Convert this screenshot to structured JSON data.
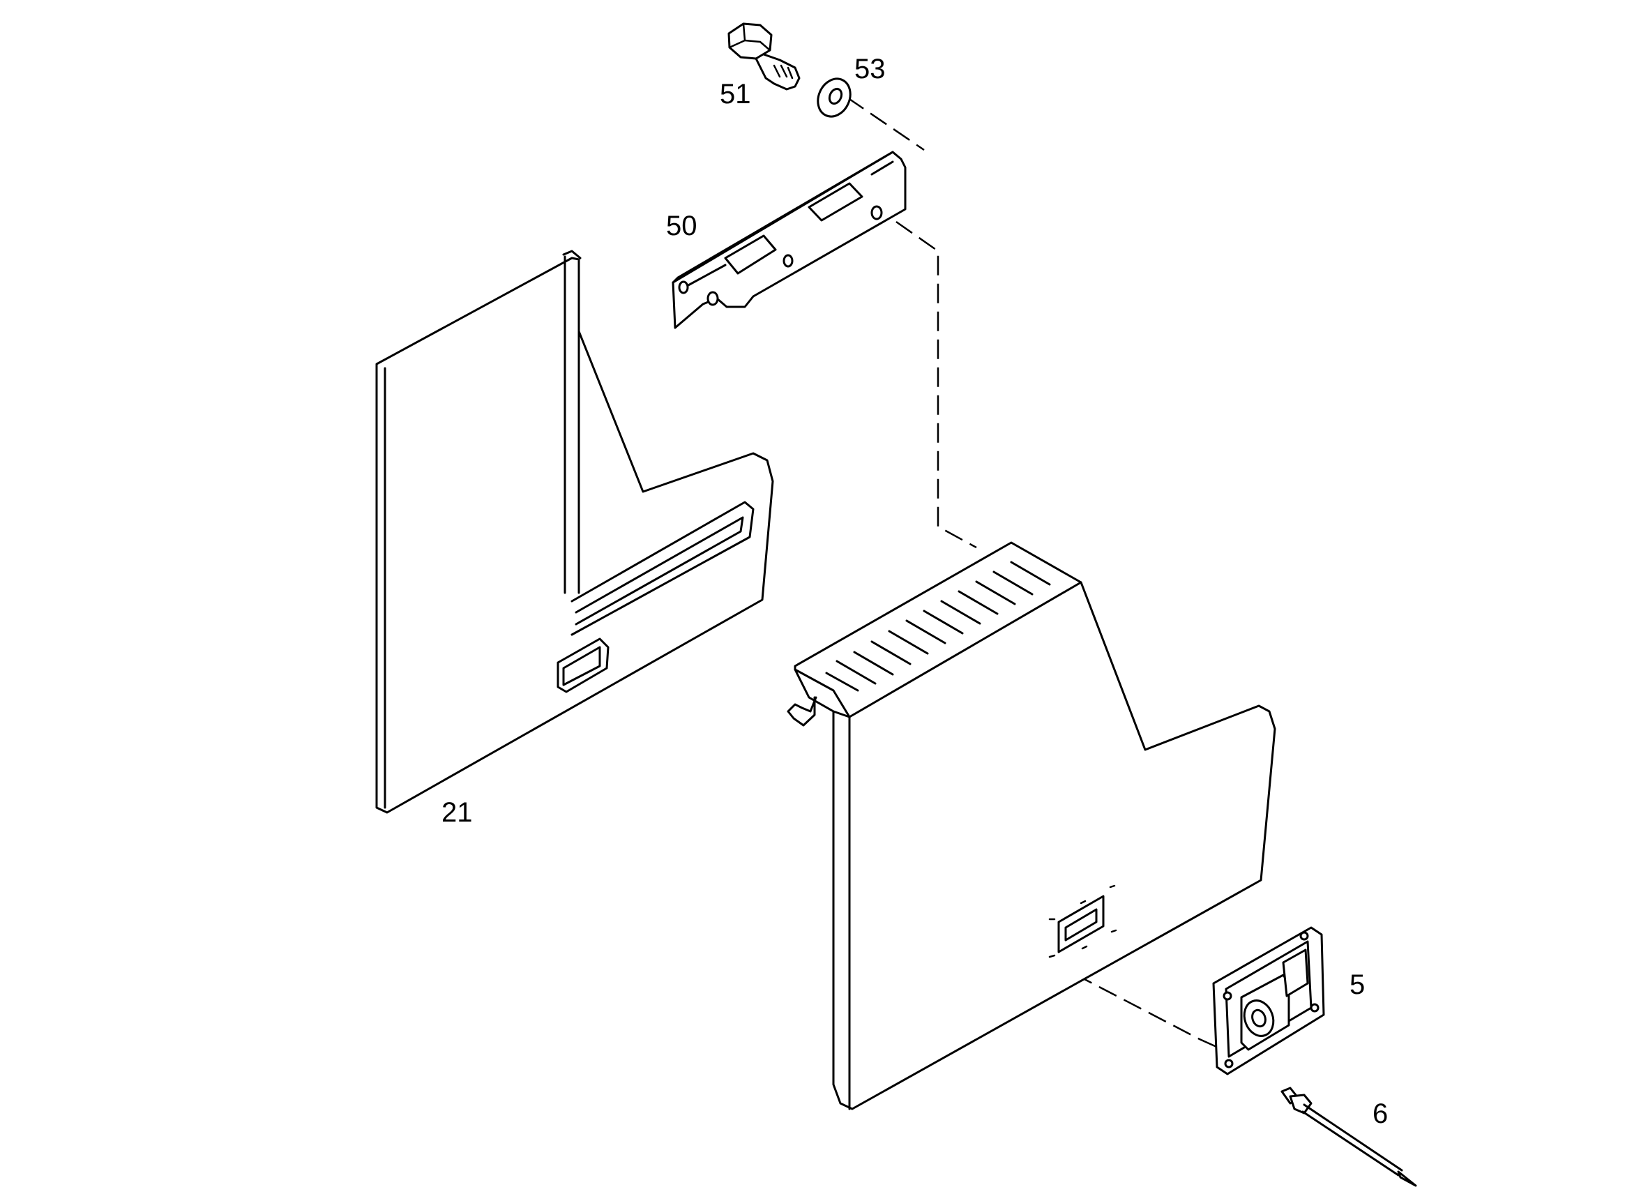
{
  "callouts": {
    "c51": "51",
    "c53": "53",
    "c50": "50",
    "c21": "21",
    "c5": "5",
    "c6": "6"
  },
  "colors": {
    "line": "#000000",
    "background": "#ffffff"
  }
}
